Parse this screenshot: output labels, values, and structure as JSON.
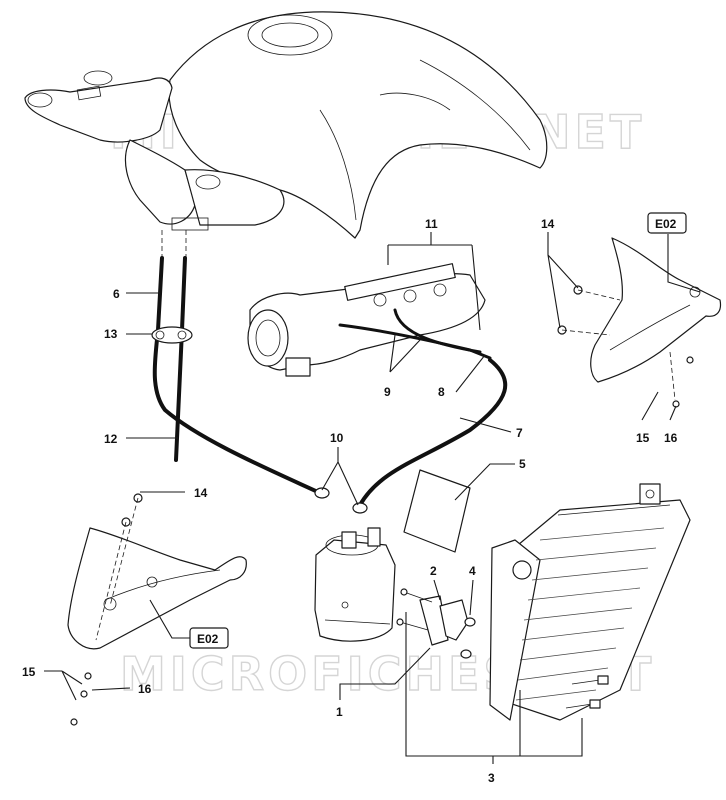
{
  "callouts": {
    "c1": "1",
    "c2": "2",
    "c3": "3",
    "c4": "4",
    "c5": "5",
    "c6": "6",
    "c7": "7",
    "c8": "8",
    "c9": "9",
    "c10": "10",
    "c11": "11",
    "c12": "12",
    "c13": "13",
    "c14_left": "14",
    "c14_right": "14",
    "c15_left": "15",
    "c15_right": "15",
    "c16_left": "16",
    "c16_right": "16"
  },
  "refs": {
    "e02_left": "E02",
    "e02_right": "E02"
  },
  "watermark": {
    "top": "MICROFICHES.NET",
    "bottom": "MICROFICHES.NET"
  },
  "colors": {
    "line": "#1a1a1a",
    "hose": "#111111",
    "watermark": "#c8c8c8",
    "background": "#ffffff"
  }
}
